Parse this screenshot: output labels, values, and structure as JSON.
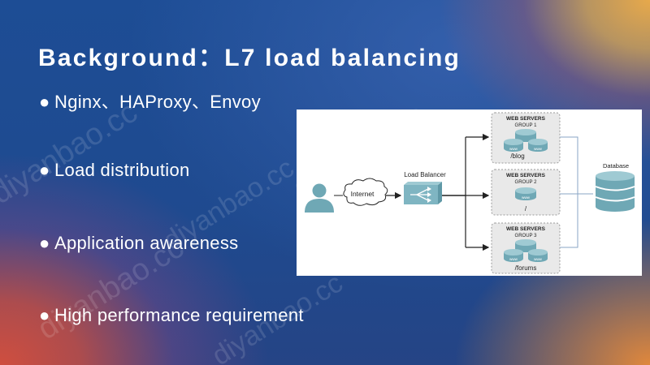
{
  "slide": {
    "title": "Background：L7 load balancing",
    "bullet_symbol": "●",
    "bullets": [
      "Nginx、HAProxy、Envoy",
      "Load distribution",
      "Application awareness",
      "High performance requirement"
    ],
    "watermark": "diyanbao.cc"
  },
  "diagram": {
    "internet_label": "Internet",
    "load_balancer_label": "Load Balancer",
    "database_label": "Database",
    "server_disk_label": "www",
    "groups": [
      {
        "title": "WEB SERVERS",
        "subtitle": "GROUP 1",
        "path": "/blog"
      },
      {
        "title": "WEB SERVERS",
        "subtitle": "GROUP 2",
        "path": "/"
      },
      {
        "title": "WEB SERVERS",
        "subtitle": "GROUP 3",
        "path": "/forums"
      }
    ]
  },
  "colors": {
    "background": "#1f4a8f",
    "text": "#ffffff",
    "server_teal": "#6fa8b5",
    "lb_teal": "#7fb5c2",
    "group_box": "#e9e9e9"
  }
}
